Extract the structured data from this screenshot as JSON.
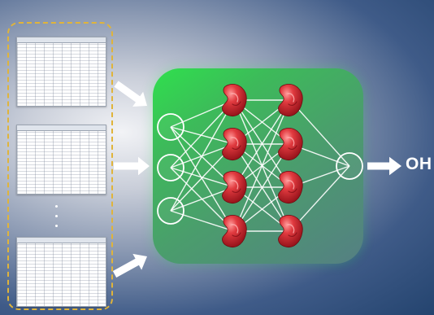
{
  "diagram": {
    "input_label": "",
    "output_label": "OH",
    "colors": {
      "panel": "#3dba5a",
      "dashed_border": "#e0b43a",
      "neuron_fill": "#d0202a",
      "arrow": "#ffffff"
    },
    "layers": [
      {
        "name": "input",
        "count": 3,
        "shape": "circle"
      },
      {
        "name": "hidden-1",
        "count": 4,
        "shape": "kidney"
      },
      {
        "name": "hidden-2",
        "count": 4,
        "shape": "kidney"
      },
      {
        "name": "output",
        "count": 1,
        "shape": "circle"
      }
    ],
    "documents": 3
  }
}
